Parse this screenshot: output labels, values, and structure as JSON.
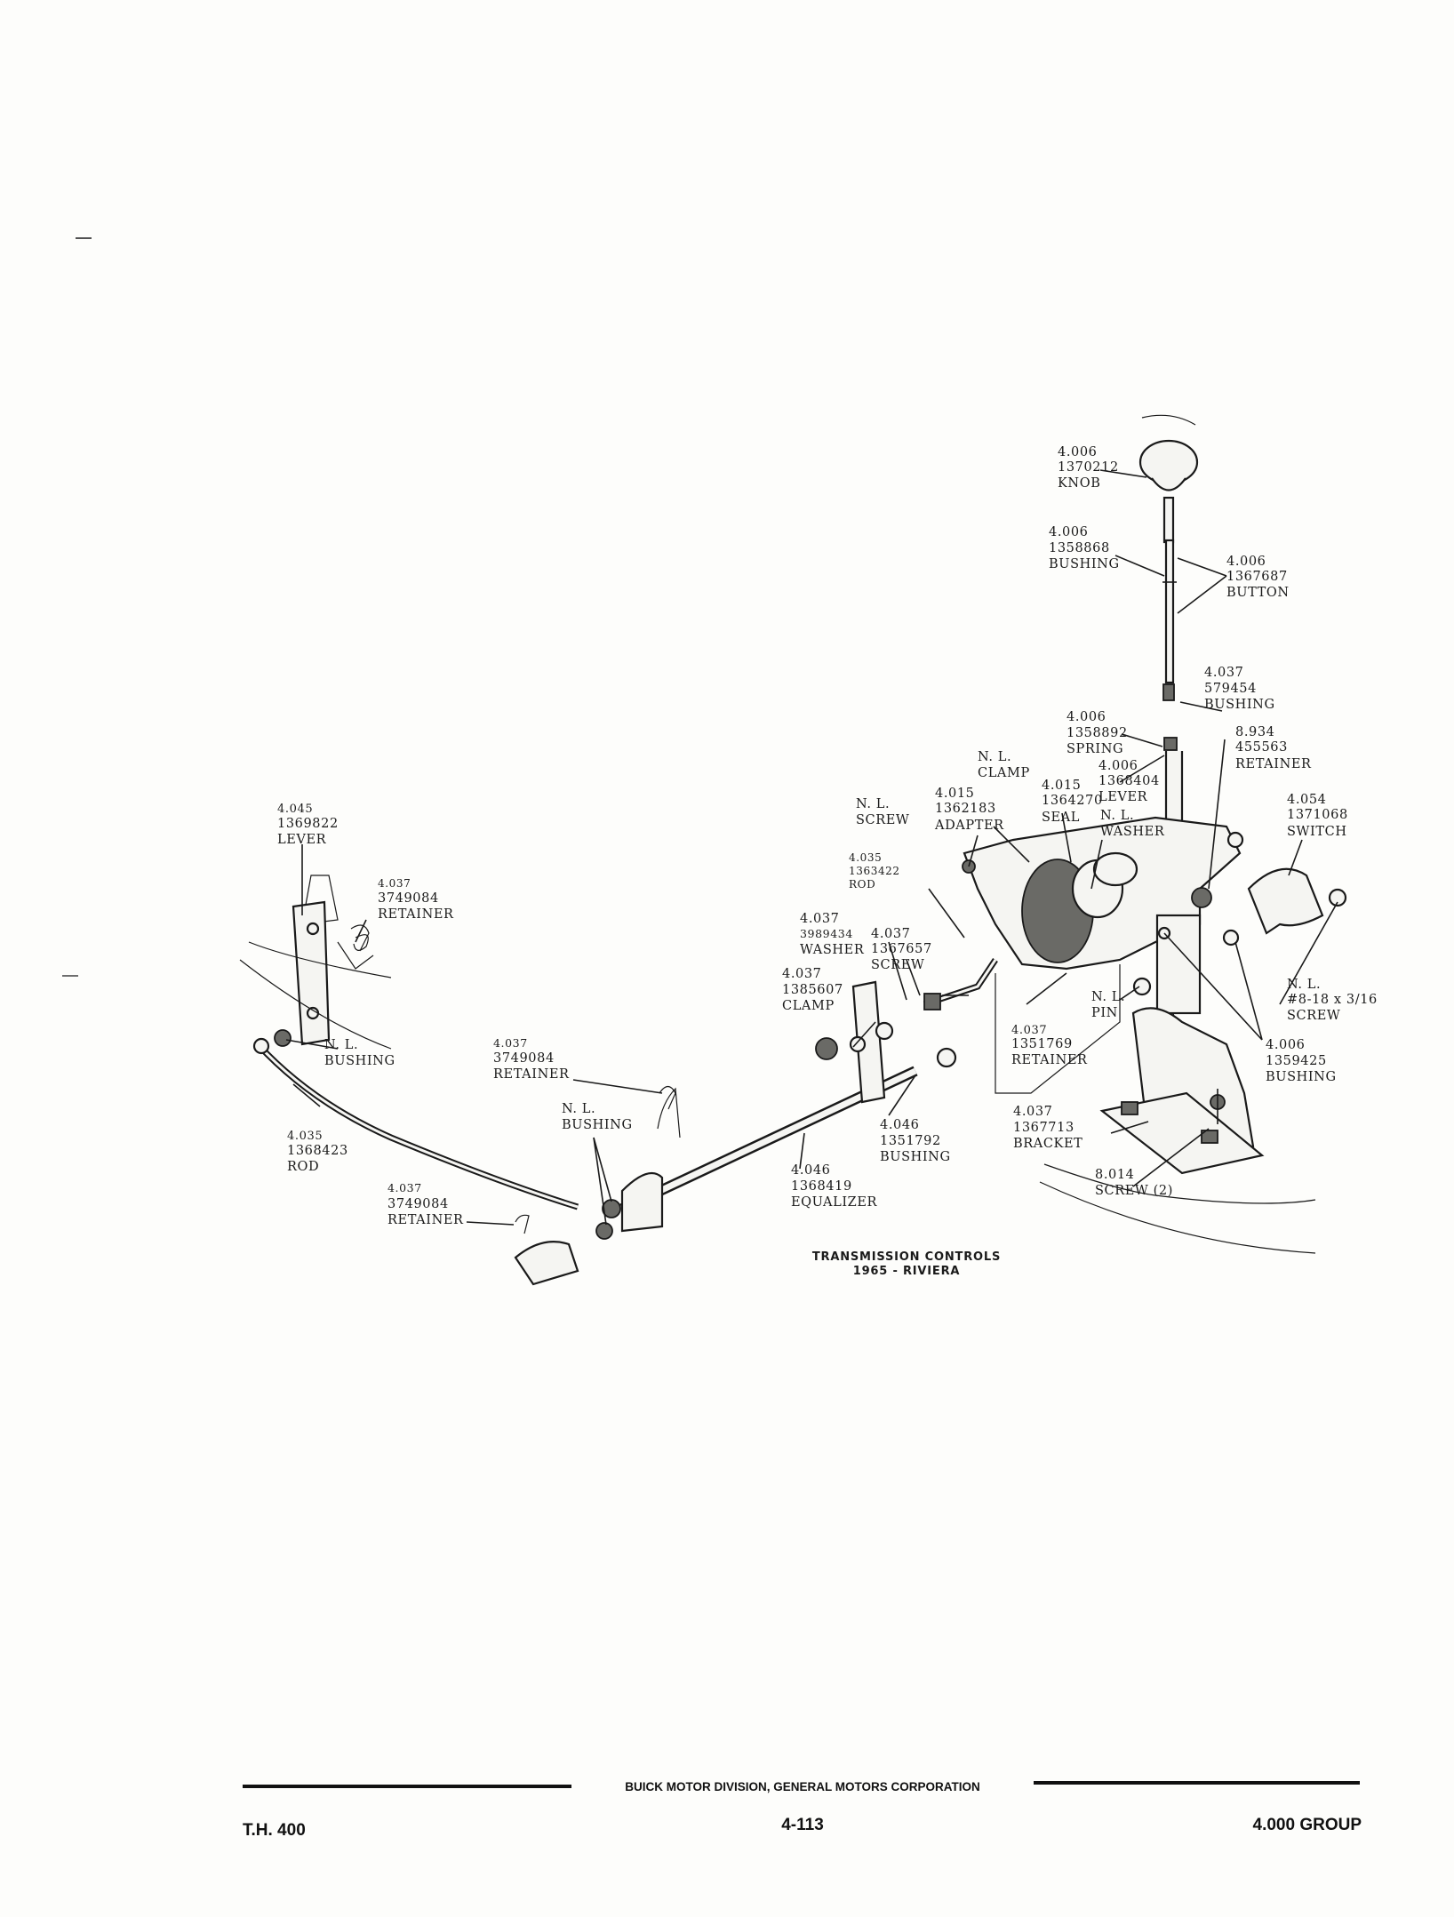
{
  "labels": {
    "knob": {
      "num": "4.006",
      "part": "1370212",
      "name": "KNOB"
    },
    "bushing_top": {
      "num": "4.006",
      "part": "1358868",
      "name": "BUSHING"
    },
    "button": {
      "num": "4.006",
      "part": "1367687",
      "name": "BUTTON"
    },
    "bushing_579454": {
      "num": "4.037",
      "part": "579454",
      "name": "BUSHING"
    },
    "spring": {
      "num": "4.006",
      "part": "1358892",
      "name": "SPRING"
    },
    "retainer_455563": {
      "num": "8.934",
      "part": "455563",
      "name": "RETAINER"
    },
    "lever_1368404": {
      "num": "4.006",
      "part": "1368404",
      "name": "LEVER"
    },
    "nl_clamp": {
      "num": "N. L.",
      "name": "CLAMP"
    },
    "seal": {
      "num": "4.015",
      "part": "1364270",
      "name": "SEAL"
    },
    "nl_washer": {
      "num": "N. L.",
      "name": "WASHER"
    },
    "adapter": {
      "num": "4.015",
      "part": "1362183",
      "name": "ADAPTER"
    },
    "nl_screw": {
      "num": "N. L.",
      "name": "SCREW"
    },
    "switch": {
      "num": "4.054",
      "part": "1371068",
      "name": "SWITCH"
    },
    "rod_1363422": {
      "num": "4.035",
      "part": "1363422",
      "name": "ROD"
    },
    "washer_3989434": {
      "num": "4.037",
      "part": "3989434",
      "name": "WASHER"
    },
    "screw_1367657": {
      "num": "4.037",
      "part": "1367657",
      "name": "SCREW"
    },
    "clamp_1385607": {
      "num": "4.037",
      "part": "1385607",
      "name": "CLAMP"
    },
    "nl_pin": {
      "num": "N. L.",
      "name": "PIN"
    },
    "retainer_1351769": {
      "num": "4.037",
      "part": "1351769",
      "name": "RETAINER"
    },
    "nl_screw_8_18": {
      "num": "N. L.",
      "part": "#8-18 x 3/16",
      "name": "SCREW"
    },
    "bushing_1359425": {
      "num": "4.006",
      "part": "1359425",
      "name": "BUSHING"
    },
    "lever_1369822": {
      "num": "4.045",
      "part": "1369822",
      "name": "LEVER"
    },
    "retainer_upper_left": {
      "num": "4.037",
      "part": "3749084",
      "name": "RETAINER"
    },
    "nl_bushing_left": {
      "num": "N. L.",
      "name": "BUSHING"
    },
    "retainer_mid": {
      "num": "4.037",
      "part": "3749084",
      "name": "RETAINER"
    },
    "nl_bushing_mid": {
      "num": "N. L.",
      "name": "BUSHING"
    },
    "rod_1368423": {
      "num": "4.035",
      "part": "1368423",
      "name": "ROD"
    },
    "retainer_lower": {
      "num": "4.037",
      "part": "3749084",
      "name": "RETAINER"
    },
    "equalizer": {
      "num": "4.046",
      "part": "1368419",
      "name": "EQUALIZER"
    },
    "bushing_1351792": {
      "num": "4.046",
      "part": "1351792",
      "name": "BUSHING"
    },
    "bracket": {
      "num": "4.037",
      "part": "1367713",
      "name": "BRACKET"
    },
    "screw_2": {
      "num": "8.014",
      "name": "SCREW (2)"
    }
  },
  "caption": {
    "line1": "TRANSMISSION CONTROLS",
    "line2": "1965 - RIVIERA"
  },
  "footer": {
    "company": "BUICK MOTOR DIVISION, GENERAL MOTORS CORPORATION",
    "left": "T.H. 400",
    "page": "4-113",
    "right": "4.000 GROUP"
  }
}
